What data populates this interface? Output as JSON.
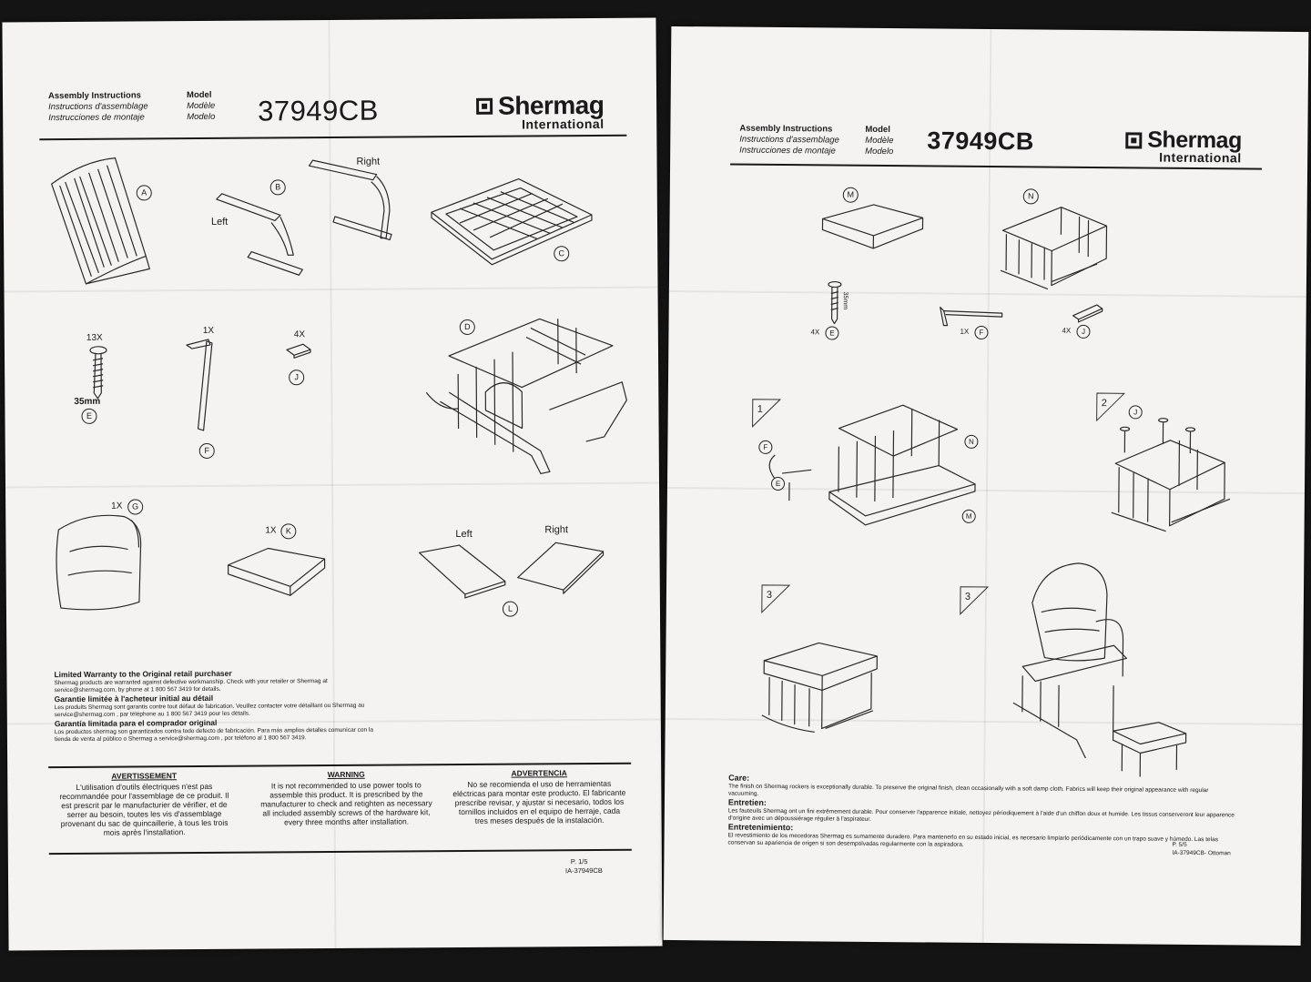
{
  "header": {
    "title_lines": [
      "Assembly Instructions",
      "Instructions d'assemblage",
      "Instrucciones de montaje"
    ],
    "model_lines": [
      "Model",
      "Modèle",
      "Modelo"
    ],
    "model_number": "37949CB",
    "brand": "Shermag",
    "brand_sub": "International"
  },
  "left_page": {
    "parts": {
      "A": "A",
      "B": "B",
      "B_left": "Left",
      "B_right": "Right",
      "C": "C",
      "D": "D",
      "E": "E",
      "E_qty": "13X",
      "E_size": "35mm",
      "F": "F",
      "F_qty": "1X",
      "J": "J",
      "J_qty": "4X",
      "G": "G",
      "G_qty": "1X",
      "K": "K",
      "K_qty": "1X",
      "L": "L",
      "L_left": "Left",
      "L_right": "Right"
    },
    "warranty": {
      "h1": "Limited Warranty to the Original retail purchaser",
      "p1": "Shermag products are warranted against defective workmanship. Check with your retailer or Shermag at service@shermag.com, by phone at 1 800 567 3419 for details.",
      "h2": "Garantie limitée à l'acheteur initial au détail",
      "p2": "Les produits Shermag sont garantis contre tout défaut de fabrication. Veuillez contacter votre détaillant ou Shermag au service@shermag.com , par téléphone au 1 800 567 3419 pour les détails.",
      "h3": "Garantía limitada para el comprador original",
      "p3": "Los productos shermag son garantizados contra todo defecto de fabricación. Para más amplios detalles comunícar con la tienda de venta al público o Shermag a service@shermag.com , por teléfono al 1 800 567 3419."
    },
    "warnings": {
      "fr_title": "AVERTISSEMENT",
      "fr_text": "L'utilisation d'outils électriques n'est pas recommandée pour l'assemblage de ce produit. Il est prescrit par le manufacturier de vérifier, et de serrer au besoin, toutes les vis d'assemblage provenant du sac de quincaillerie, à tous les trois mois après l'installation.",
      "en_title": "WARNING",
      "en_text": "It is not recommended to use power tools to assemble this product. It is prescribed by the manufacturer to check and retighten as necessary all included assembly screws of the hardware kit, every three months after installation.",
      "es_title": "ADVERTENCIA",
      "es_text": "No se recomienda el uso de herramientas eléctricas para montar este producto. El fabricante prescribe revisar, y ajustar si necesario, todos los tornillos incluidos en el equipo de herraje, cada tres meses después de la instalación."
    },
    "page_no": "P. 1/5",
    "doc_code": "IA-37949CB"
  },
  "right_page": {
    "parts": {
      "M": "M",
      "N": "N",
      "E": "E",
      "E_qty": "4X",
      "E_size": "35mm",
      "F": "F",
      "F_qty": "1X",
      "J": "J",
      "J_qty": "4X"
    },
    "steps": [
      "1",
      "2",
      "3",
      "3"
    ],
    "care": {
      "h1": "Care:",
      "p1": "The finish on Shermag rockers is exceptionally durable. To preserve the original finish, clean occasionally with a soft damp cloth. Fabrics will keep their original appearance with regular vacuuming.",
      "h2": "Entretien:",
      "p2": "Les fauteuils Shermag ont un fini extrêmement durable. Pour conserver l'apparence initiale, nettoyez périodiquement à l'aide d'un chiffon doux et humide. Les tissus conserveront leur apparence d'origine avec un dépoussiérage régulier à l'aspirateur.",
      "h3": "Entretenimiento:",
      "p3": "El revestimiento de los mecedoras Shermag es sumamente duradero. Para mantenerlo en su estado inicial, es necesario limpiarlo periódicamente con un trapo suave y húmedo. Las telas conservan su apariencia de origen si son desempolvadas regularmente con la aspiradora."
    },
    "page_no": "P. 5/5",
    "doc_code": "IA-37949CB- Ottoman"
  }
}
